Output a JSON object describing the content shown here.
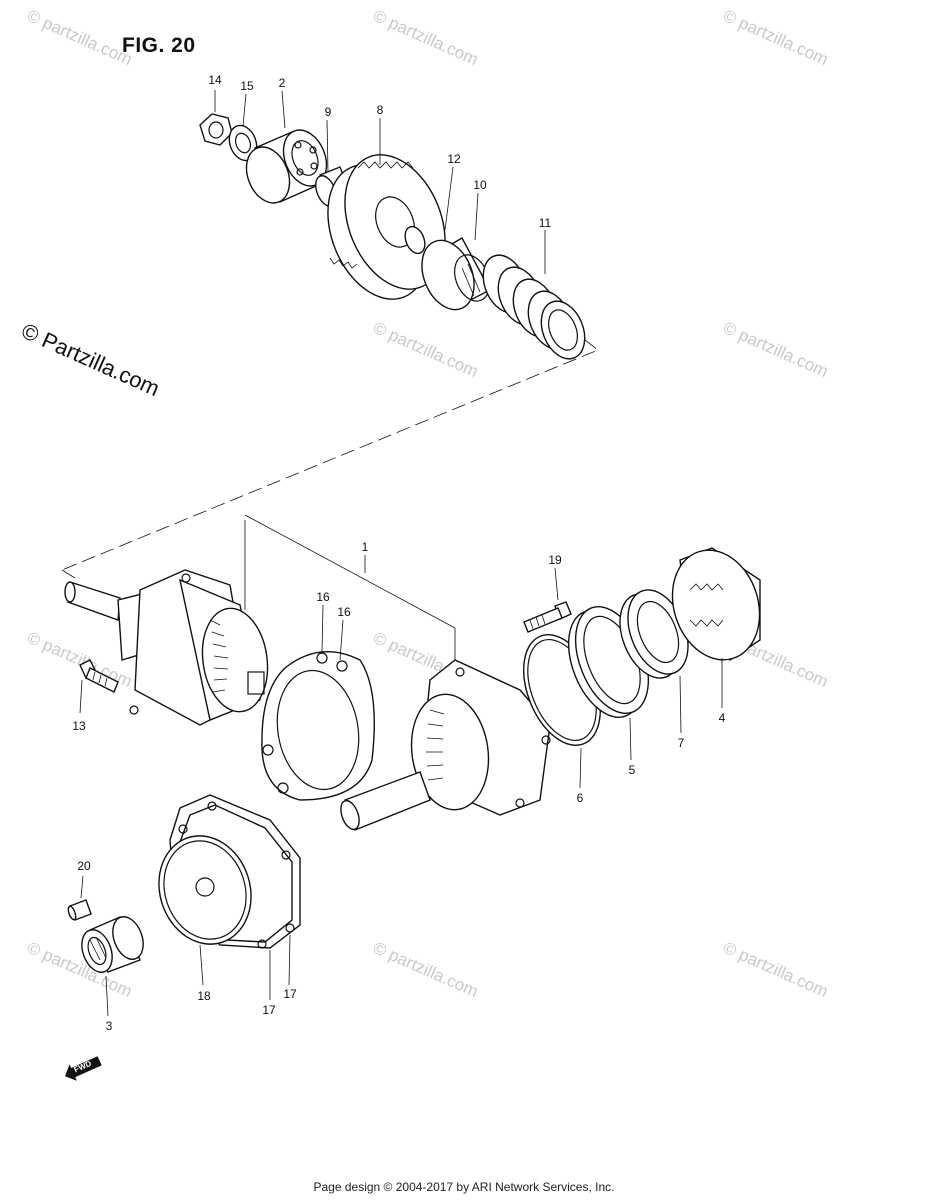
{
  "figure": {
    "title": "FIG. 20"
  },
  "watermark": {
    "text": "© Partzilla.com",
    "repeat_text": "© partzilla.com"
  },
  "callouts": {
    "p14": "14",
    "p15": "15",
    "p2": "2",
    "p9": "9",
    "p8": "8",
    "p12": "12",
    "p10": "10",
    "p11": "11",
    "p1": "1",
    "p19": "19",
    "p16a": "16",
    "p16b": "16",
    "p13": "13",
    "p6": "6",
    "p5": "5",
    "p7": "7",
    "p4": "4",
    "p20": "20",
    "p18": "18",
    "p17a": "17",
    "p17b": "17",
    "p3": "3"
  },
  "direction_badge": {
    "label": "FWD"
  },
  "footer": {
    "text": "Page design © 2004-2017 by ARI Network Services, Inc."
  }
}
